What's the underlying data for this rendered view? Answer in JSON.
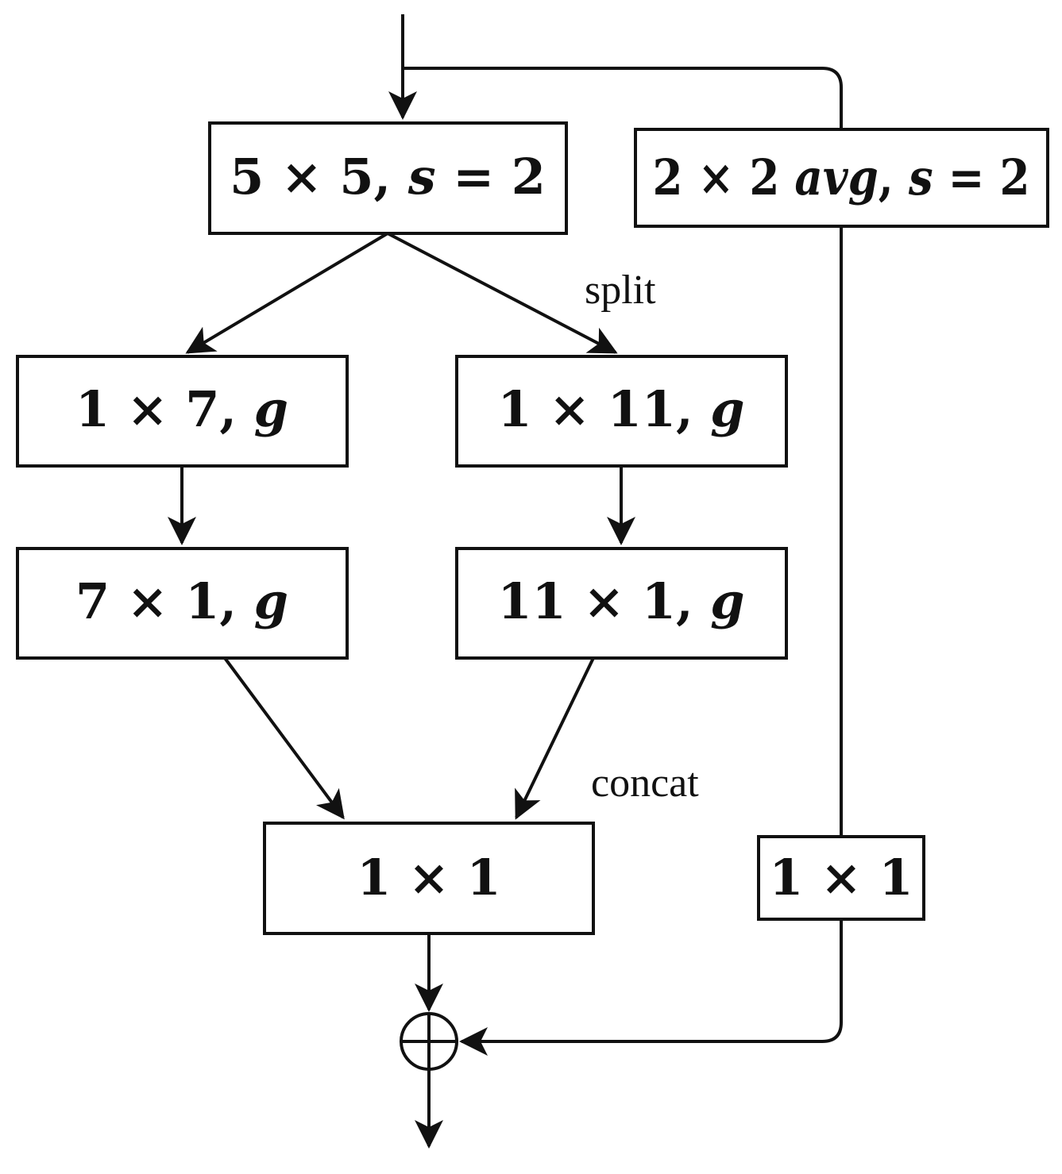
{
  "nodes": {
    "conv5": {
      "pre": "5 × 5, ",
      "var": "s",
      "post": " = 2"
    },
    "avgpool": {
      "pre": "2 × 2 ",
      "var": "avg",
      "mid": ", ",
      "var2": "s",
      "post": " = 2"
    },
    "conv1x7": {
      "pre": "1 × 7, ",
      "var": "g"
    },
    "conv1x11": {
      "pre": "1 × 11, ",
      "var": "g"
    },
    "conv7x1": {
      "pre": "7 × 1, ",
      "var": "g"
    },
    "conv11x1": {
      "pre": "11 × 1, ",
      "var": "g"
    },
    "conv1x1_main": {
      "text": "1 × 1"
    },
    "conv1x1_shortcut": {
      "text": "1 × 1"
    }
  },
  "labels": {
    "split": "split",
    "concat": "concat"
  },
  "sum_symbol": "⊕"
}
